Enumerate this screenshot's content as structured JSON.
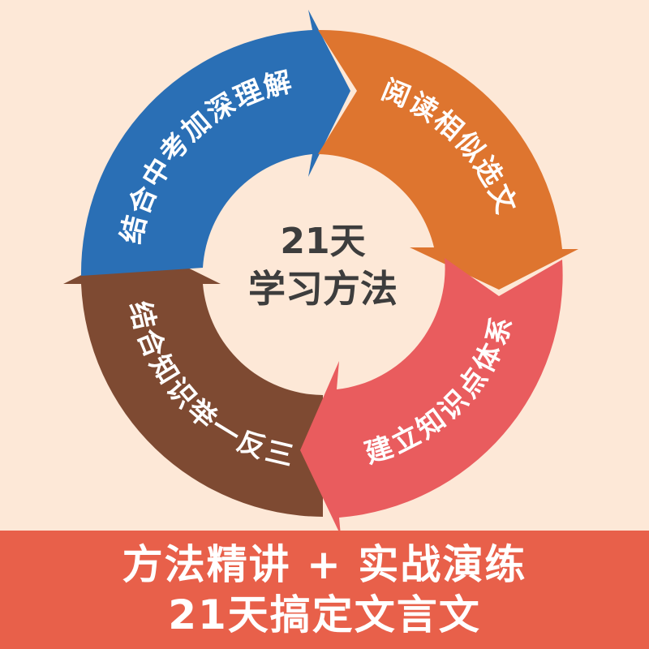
{
  "diagram": {
    "type": "cycle",
    "center": {
      "line1": "21天",
      "line2": "学习方法"
    },
    "steps": [
      {
        "label": "结合中考加深理解",
        "color": "#2A6FB5",
        "position": "top-left"
      },
      {
        "label": "阅读相似选文",
        "color": "#DE752F",
        "position": "top-right"
      },
      {
        "label": "建立知识点体系",
        "color": "#E95C5E",
        "position": "bottom-right"
      },
      {
        "label": "结合知识举一反三",
        "color": "#7E4A32",
        "position": "bottom-left"
      }
    ],
    "flow_direction": "clockwise"
  },
  "banner": {
    "line1": "方法精讲 + 实战演练",
    "line2": "21天搞定文言文",
    "background": "#E8604A"
  },
  "colors": {
    "background": "#FDE8D7",
    "center_text": "#3D3D3D",
    "label_text": "#FFFFFF"
  }
}
